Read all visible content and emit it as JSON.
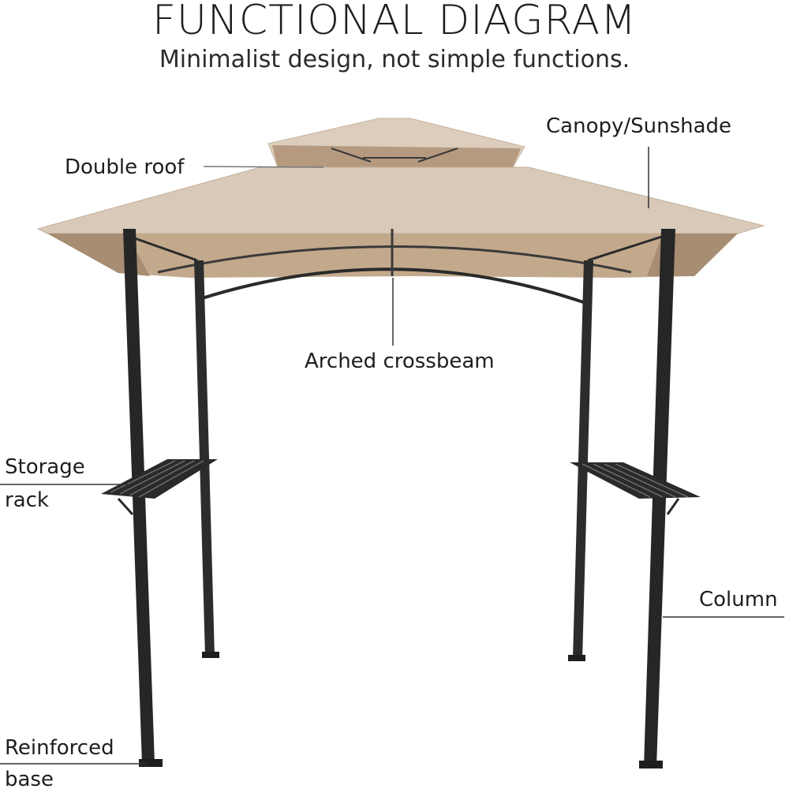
{
  "title": "FUNCTIONAL DIAGRAM",
  "subtitle": "Minimalist design, not simple functions.",
  "labels": {
    "canopy": "Canopy/Sunshade",
    "double_roof": "Double roof",
    "arched_crossbeam": "Arched crossbeam",
    "storage_line1": "Storage",
    "storage_line2": "rack",
    "column": "Column",
    "base_line1": "Reinforced",
    "base_line2": "base"
  },
  "colors": {
    "canopy_top": "#d7c6b4",
    "canopy_shade": "#b89f85",
    "frame": "#2a2a2a",
    "text": "#1e1e1e"
  }
}
